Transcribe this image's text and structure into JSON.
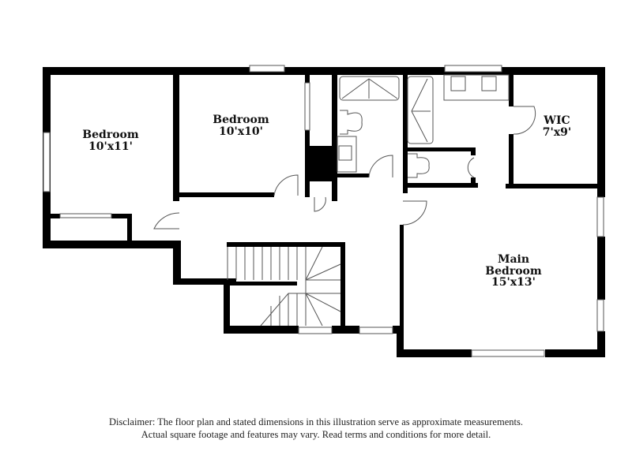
{
  "floorplan": {
    "rooms": [
      {
        "id": "bedroom-1",
        "name": "Bedroom",
        "dimensions": "10'x11'"
      },
      {
        "id": "bedroom-2",
        "name": "Bedroom",
        "dimensions": "10'x10'"
      },
      {
        "id": "wic",
        "name": "WIC",
        "dimensions": "7'x9'"
      },
      {
        "id": "main-bedroom",
        "name_line1": "Main",
        "name_line2": "Bedroom",
        "dimensions": "15'x13'"
      }
    ],
    "colors": {
      "wall": "#000000",
      "fixture": "#555555",
      "background": "#ffffff"
    }
  },
  "disclaimer": {
    "line1": "Disclaimer: The floor plan and stated dimensions in this illustration serve as approximate measurements.",
    "line2": "Actual square footage and features may vary. Read terms and conditions for more detail."
  }
}
